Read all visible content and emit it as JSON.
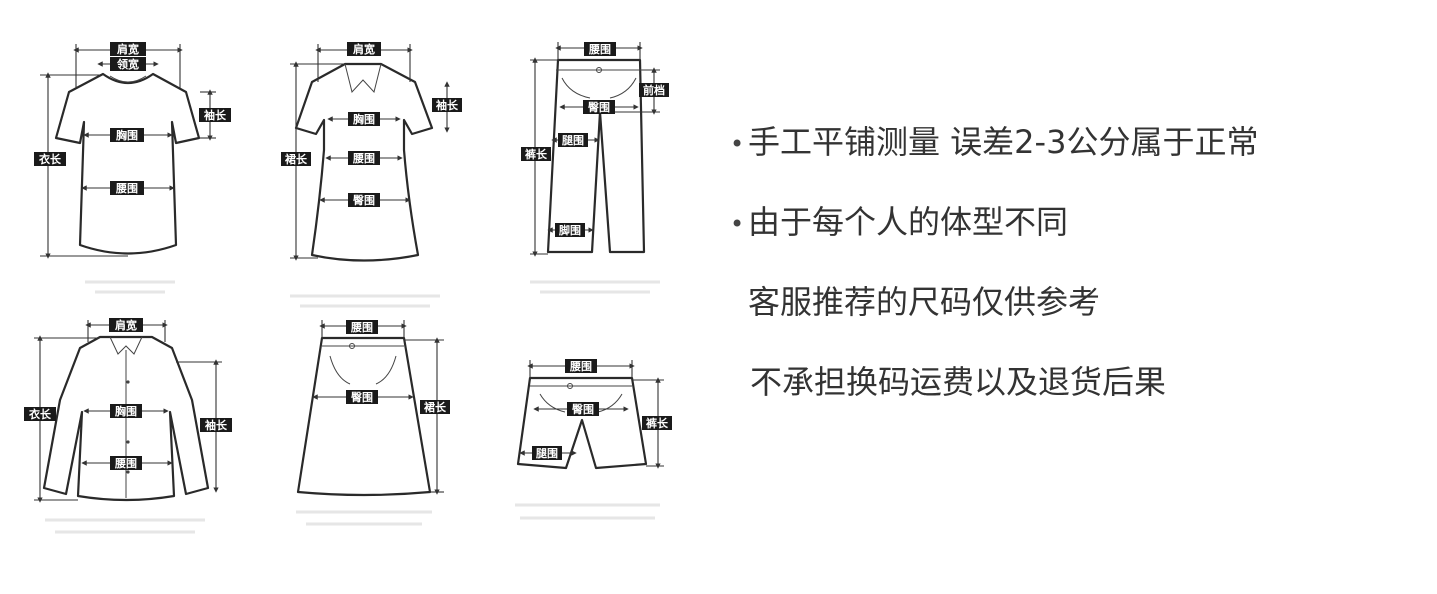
{
  "labels": {
    "shoulder_width": "肩宽",
    "collar_width": "领宽",
    "sleeve_length": "袖长",
    "clothing_length": "衣长",
    "chest": "胸围",
    "waist": "腰围",
    "skirt_length": "裙长",
    "hip": "臀围",
    "front_rise": "前档",
    "pants_length": "裤长",
    "thigh": "腿围",
    "hem": "脚围"
  },
  "notes": [
    {
      "bullet": "•",
      "text": "手工平铺测量 误差2-3公分属于正常"
    },
    {
      "bullet": "•",
      "text": "由于每个人的体型不同"
    },
    {
      "bullet": "",
      "text": "客服推荐的尺码仅供参考"
    },
    {
      "bullet": "",
      "text": "不承担换码运费以及退货后果"
    }
  ]
}
